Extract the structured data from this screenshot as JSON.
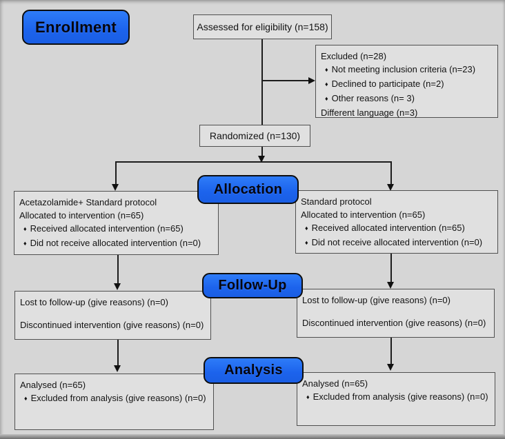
{
  "glyphs": {
    "bullet": "♦"
  },
  "colors": {
    "background": "#d6d6d6",
    "box_fill": "#e0e0e0",
    "box_border": "#4f4f4f",
    "stage_blue": "#1e64ec",
    "stage_border": "#0d0d0d",
    "line": "#1c1c1c",
    "text": "#121212"
  },
  "stages": {
    "enrollment": "Enrollment",
    "allocation": "Allocation",
    "followup": "Follow-Up",
    "analysis": "Analysis"
  },
  "flow": {
    "assessed": "Assessed for eligibility (n=158)",
    "randomized": "Randomized (n=130)",
    "excluded": {
      "title": "Excluded (n=28)",
      "bullet1": "Not meeting inclusion criteria (n=23)",
      "bullet2": "Declined to participate (n=2)",
      "bullet3": "Other reasons (n= 3)",
      "note": "Different language (n=3)"
    },
    "allocation_left": {
      "line1": "Acetazolamide+ Standard protocol",
      "line2": "Allocated to intervention (n=65)",
      "bullet1": "Received allocated intervention (n=65)",
      "bullet2": "Did not receive allocated intervention (n=0)"
    },
    "allocation_right": {
      "line1": "Standard protocol",
      "line2": "Allocated to intervention (n=65)",
      "bullet1": "Received allocated intervention (n=65)",
      "bullet2": "Did not receive allocated intervention (n=0)"
    },
    "followup_left": {
      "line1": "Lost to follow-up (give reasons) (n=0)",
      "line2": "Discontinued intervention (give reasons) (n=0)"
    },
    "followup_right": {
      "line1": "Lost to follow-up (give reasons) (n=0)",
      "line2": "Discontinued intervention (give reasons) (n=0)"
    },
    "analysis_left": {
      "line1": "Analysed (n=65)",
      "bullet1": "Excluded from analysis (give reasons) (n=0)"
    },
    "analysis_right": {
      "line1": "Analysed (n=65)",
      "bullet1": "Excluded from analysis (give reasons) (n=0)"
    }
  }
}
